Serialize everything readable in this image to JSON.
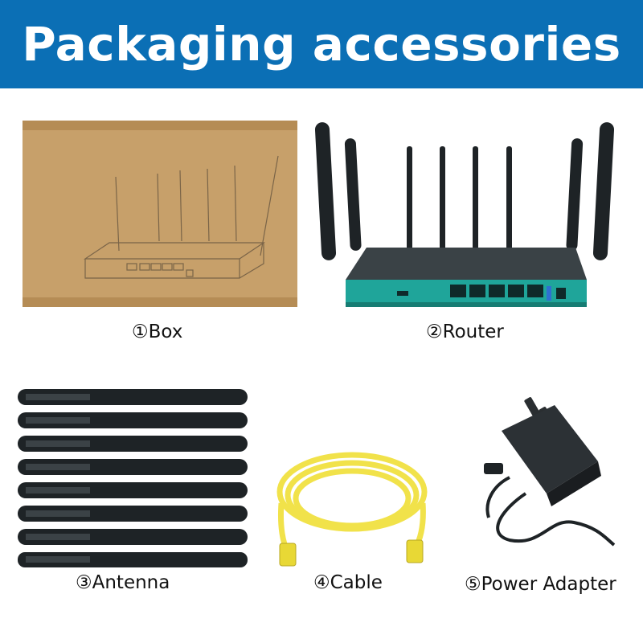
{
  "header": {
    "title": "Packaging accessories"
  },
  "items": [
    {
      "label": "①Box"
    },
    {
      "label": "②Router"
    },
    {
      "label": "③Antenna"
    },
    {
      "label": "④Cable"
    },
    {
      "label": "⑤Power Adapter"
    }
  ],
  "colors": {
    "banner": "#0b6fb5",
    "box": "#c39c63",
    "cable": "#f1e24a",
    "router_accent": "#1fa59a"
  }
}
